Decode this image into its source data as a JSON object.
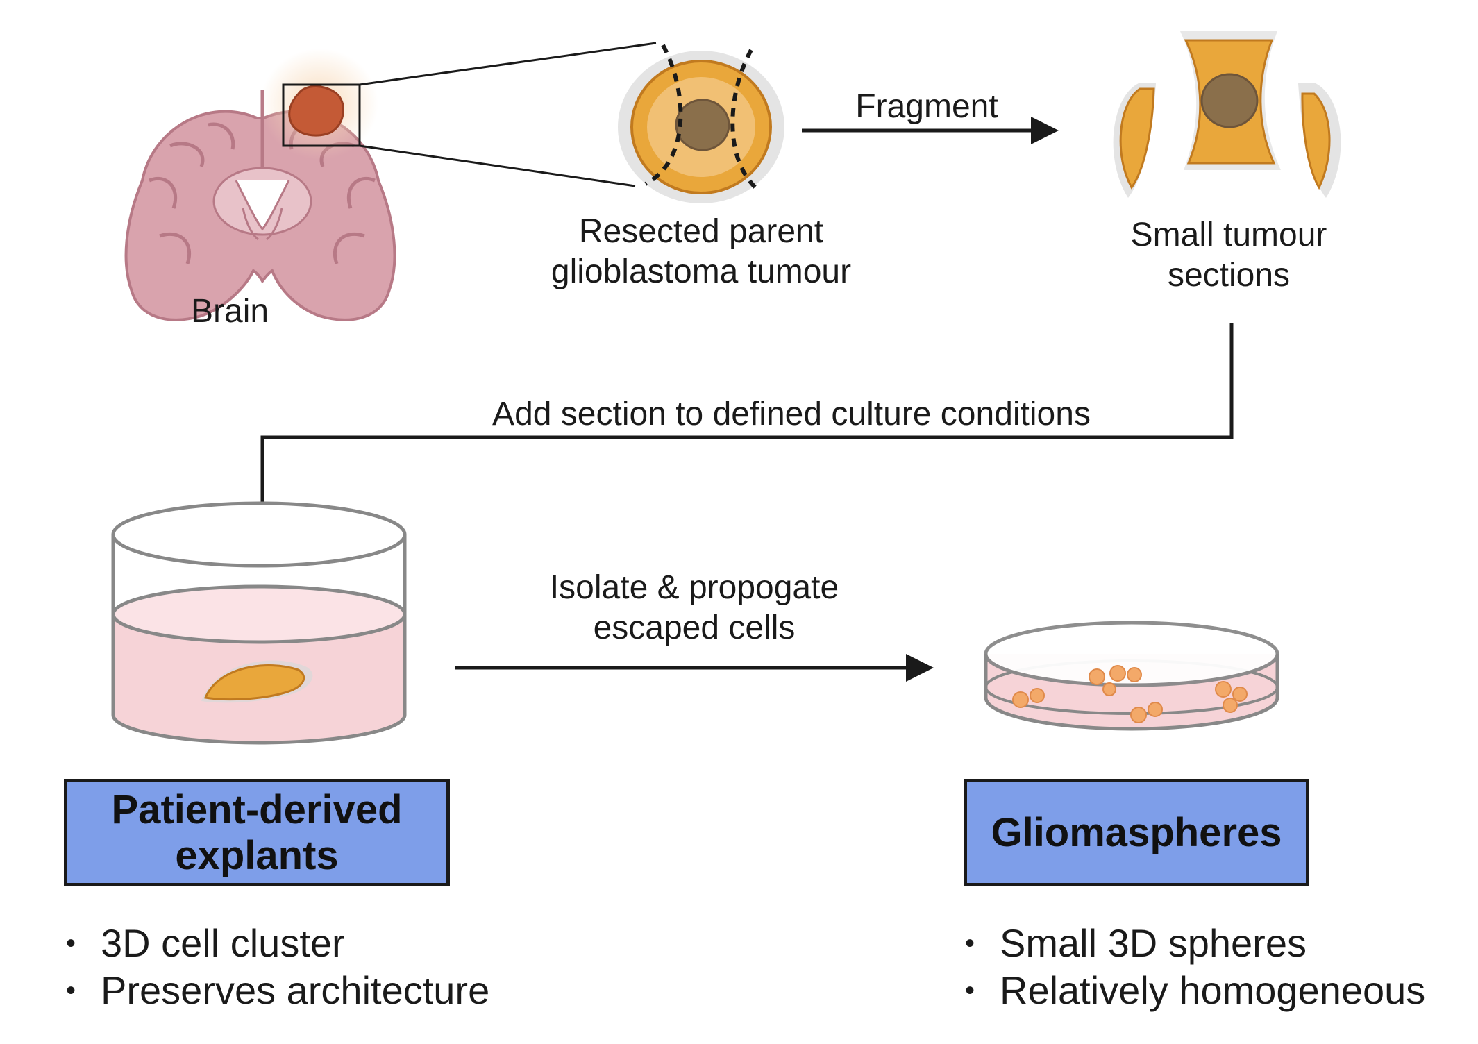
{
  "labels": {
    "brain": "Brain",
    "parent_tumour": [
      "Resected parent",
      "glioblastoma tumour"
    ],
    "fragment": "Fragment",
    "small_sections": [
      "Small tumour",
      "sections"
    ],
    "add_section": "Add section to defined culture conditions",
    "isolate": [
      "Isolate & propogate",
      "escaped cells"
    ]
  },
  "outcomes": [
    {
      "title_lines": [
        "Patient-derived",
        "explants"
      ],
      "bullets": [
        "3D cell cluster",
        "Preserves architecture"
      ]
    },
    {
      "title_lines": [
        "Gliomaspheres"
      ],
      "bullets": [
        "Small 3D spheres",
        "Relatively homogeneous"
      ]
    }
  ],
  "colors": {
    "box_fill": "#7e9ee9",
    "brain": "#d9a3ad",
    "tumour": "#e9a73b",
    "tumour_core": "#8a6f4b",
    "media": "#f6d3d7",
    "lines": "#1a1a1a"
  }
}
